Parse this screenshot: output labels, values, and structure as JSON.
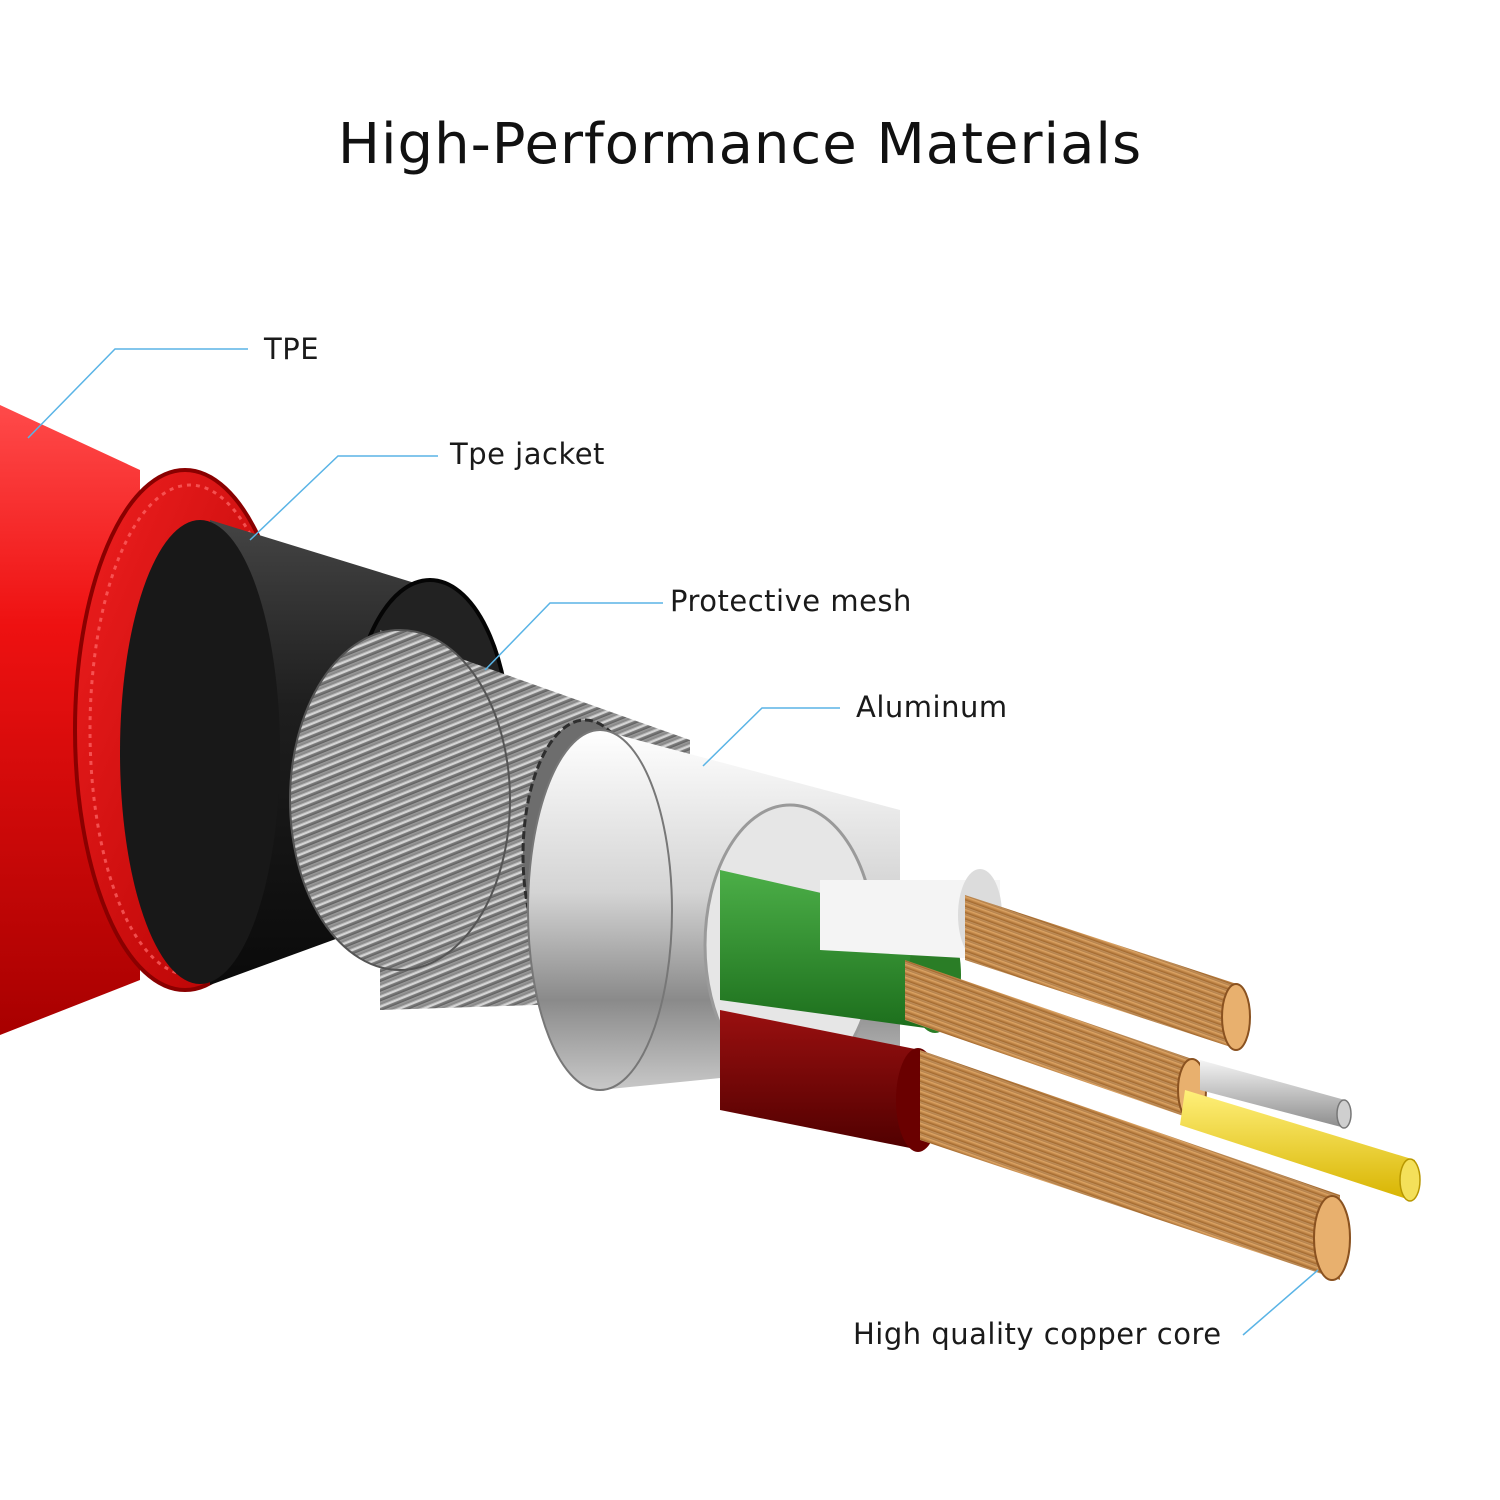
{
  "title": "High-Performance Materials",
  "accent_line_color": "#5ab4e6",
  "labels": {
    "tpe": "TPE",
    "tpe_jacket": "Tpe jacket",
    "protective_mesh": "Protective mesh",
    "aluminum": "Aluminum",
    "copper_core": "High quality copper core"
  }
}
